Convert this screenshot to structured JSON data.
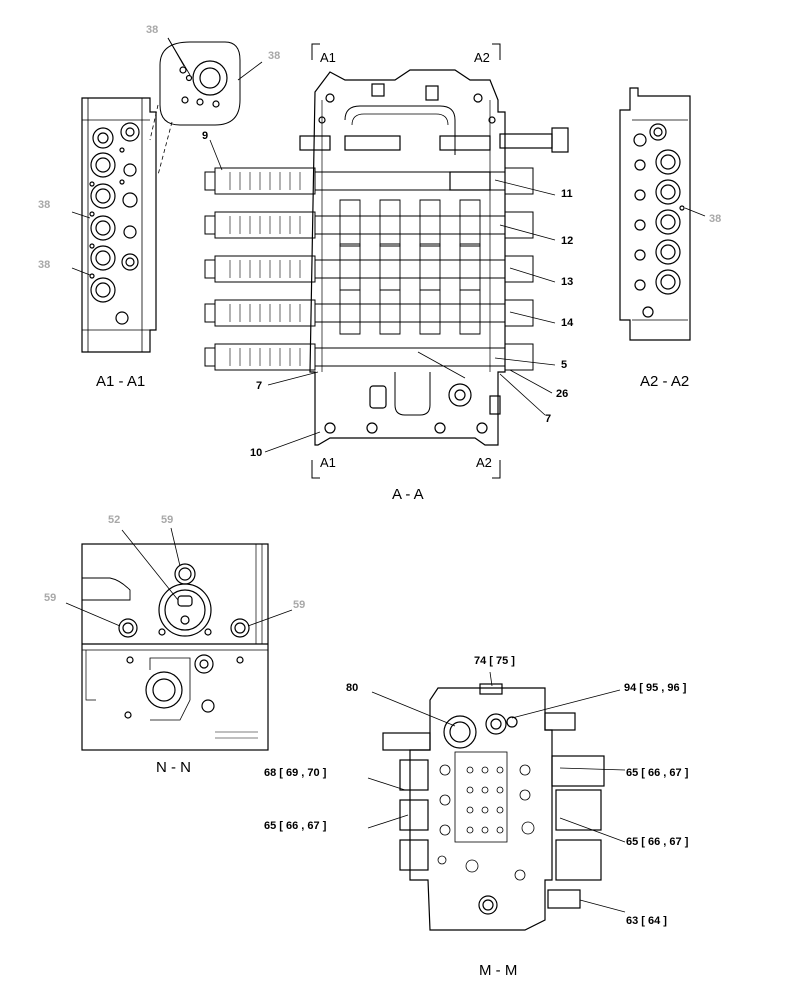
{
  "colors": {
    "ink": "#000000",
    "callout_gray": "#a8a8a8"
  },
  "section_markers": {
    "a1": "A1",
    "a2": "A2"
  },
  "views": {
    "a1": "A1 - A1",
    "a2": "A2 - A2",
    "aa": "A - A",
    "nn": "N - N",
    "mm": "M - M"
  },
  "callouts": {
    "a1_top": "38",
    "a1_detail": "38",
    "a1_mid": "38",
    "a1_low": "38",
    "a2_side": "38",
    "aa_9": "9",
    "aa_11": "11",
    "aa_12": "12",
    "aa_13": "13",
    "aa_14": "14",
    "aa_5": "5",
    "aa_26": "26",
    "aa_7_left": "7",
    "aa_7_right": "7",
    "aa_10": "10",
    "nn_52": "52",
    "nn_59_top": "59",
    "nn_59_left": "59",
    "nn_59_right": "59",
    "mm_74": "74 [ 75 ]",
    "mm_80": "80",
    "mm_94": "94 [ 95 , 96 ]",
    "mm_68": "68 [ 69 , 70 ]",
    "mm_65_left": "65 [ 66 , 67 ]",
    "mm_65_right_top": "65 [ 66 , 67 ]",
    "mm_65_right_mid": "65 [ 66 , 67 ]",
    "mm_63": "63 [ 64 ]"
  }
}
